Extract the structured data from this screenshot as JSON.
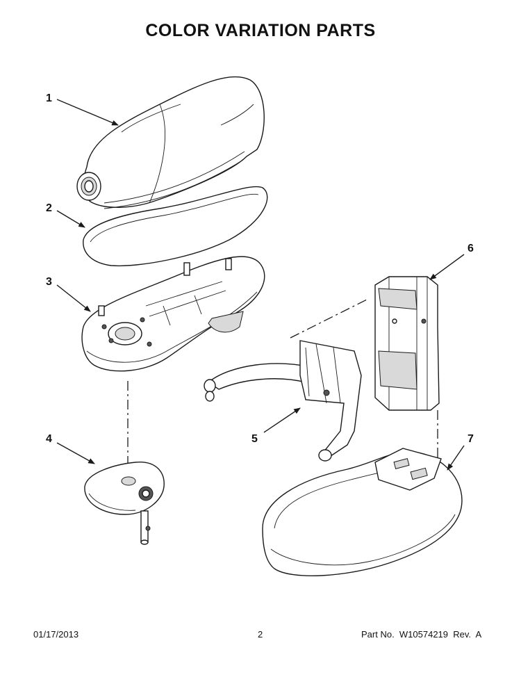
{
  "title": "COLOR VARIATION PARTS",
  "callouts": [
    "1",
    "2",
    "3",
    "4",
    "5",
    "6",
    "7"
  ],
  "footer": {
    "date": "01/17/2013",
    "page": "2",
    "part_number": "Part No.  W10574219  Rev.  A"
  }
}
